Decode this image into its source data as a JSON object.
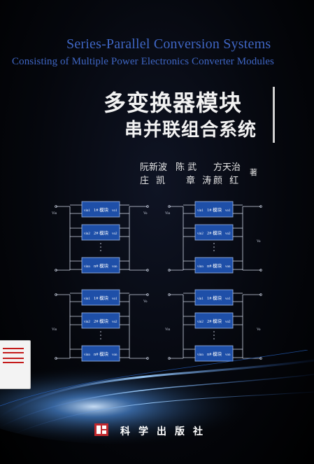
{
  "title_en_line1": "Series-Parallel Conversion Systems",
  "title_en_line2": "Consisting of Multiple Power Electronics Converter Modules",
  "title_zh_line1": "多变换器模块",
  "title_zh_line2": "串并联组合系统",
  "authors": [
    "阮新波",
    "陈  武",
    "方天治",
    "庄 凯",
    "章 涛",
    "颜 红"
  ],
  "author_role": "著",
  "publisher": "科学出版社",
  "module_labels": [
    "1# 模块",
    "2# 模块",
    "n# 模块"
  ],
  "module_inputs": [
    "vin1",
    "vin2",
    "vinn"
  ],
  "module_outputs": [
    "vo1",
    "vo2",
    "von"
  ],
  "terminal_in": "Vin",
  "terminal_out": "Vo",
  "colors": {
    "accent_en": "#3f66c4",
    "module_fill": "#1e4fa8",
    "publisher_logo": "#c0282d"
  }
}
